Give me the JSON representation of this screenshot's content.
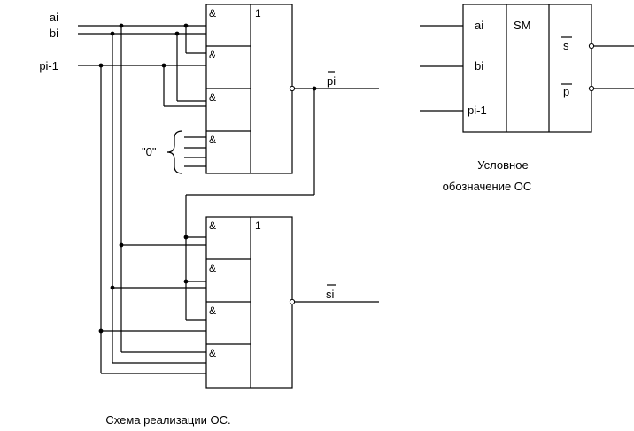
{
  "inputs": {
    "a": "ai",
    "b": "bi",
    "p": "pi-1"
  },
  "zero_label": "\"0\"",
  "gate_labels": {
    "and": "&",
    "or": "1"
  },
  "outputs": {
    "carry": "pi",
    "sum": "si"
  },
  "symbol": {
    "title": "SM",
    "inputs": [
      "ai",
      "bi",
      "pi-1"
    ],
    "outputs": [
      "s",
      "p"
    ],
    "caption_line1": "Условное",
    "caption_line2": "обозначение ОС"
  },
  "caption": "Схема реализации ОС."
}
